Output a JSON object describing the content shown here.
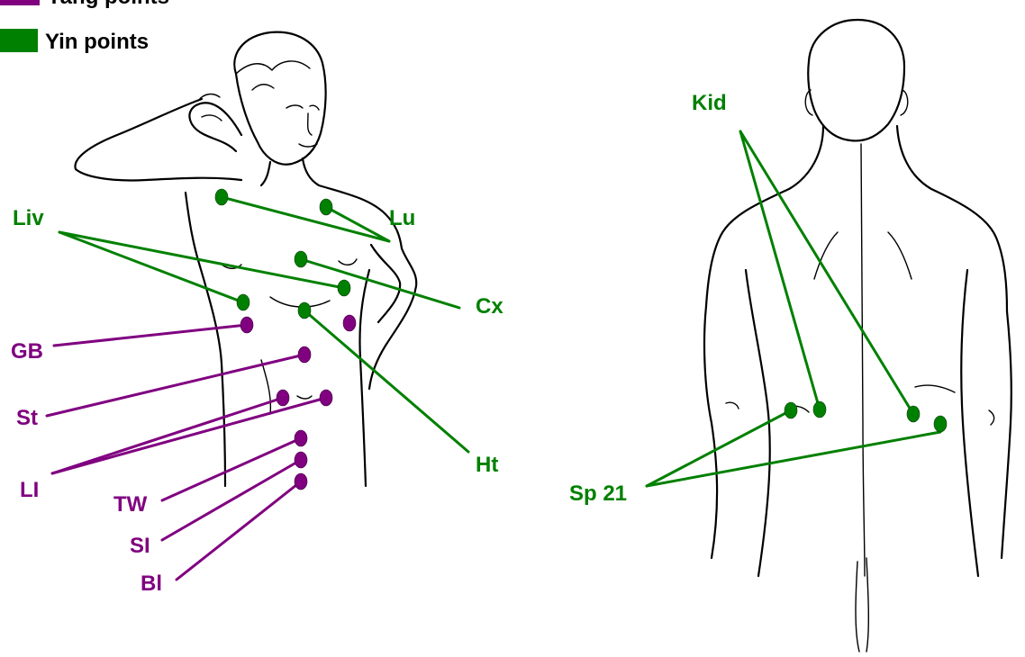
{
  "colors": {
    "yang": "#800080",
    "yin": "#008000",
    "outline": "#000000",
    "background": "#ffffff"
  },
  "legend": {
    "yang_label": "Yang points",
    "yin_label": "Yin points"
  },
  "front_labels": {
    "liv": "Liv",
    "lu": "Lu",
    "cx": "Cx",
    "gb": "GB",
    "st": "St",
    "li": "LI",
    "ht": "Ht",
    "tw": "TW",
    "si": "SI",
    "bl": "Bl"
  },
  "back_labels": {
    "kid": "Kid",
    "sp21": "Sp 21"
  }
}
